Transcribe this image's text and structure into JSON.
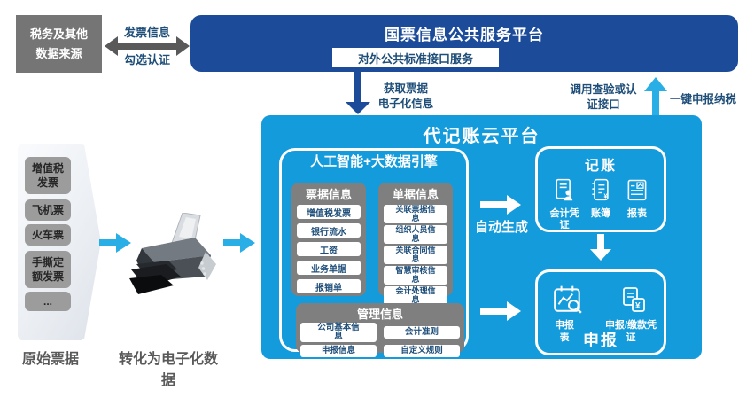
{
  "colors": {
    "main_blue": "#149bdb",
    "banner_blue": "#1c4c99",
    "navy_text": "#1f4e79",
    "light_blue": "#2aaee6",
    "panel_gray": "#7f7f7f",
    "pill_gray": "#9c9c9c",
    "source_gray": "#757575",
    "caption_gray": "#595959"
  },
  "source_box": {
    "title": "税务及其他\n数据来源"
  },
  "exchange": {
    "top_label": "发票信息",
    "bottom_label": "勾选认证"
  },
  "banner": {
    "title": "国票信息公共服务平台",
    "interface_label": "对外公共标准接口服务"
  },
  "flows": {
    "fetch_label": "获取票据\n电子化信息",
    "verify_label": "调用查验或认\n证接口",
    "onekey_label": "一键申报纳税",
    "auto_label": "自动生成"
  },
  "platform": {
    "title": "代记账云平台",
    "engine": {
      "title": "人工智能+大数据引擎",
      "bill_panel": {
        "title": "票据信息",
        "items": [
          "增值税发票",
          "银行流水",
          "工资",
          "业务单据",
          "报销单"
        ]
      },
      "doc_panel": {
        "title": "单据信息",
        "items": [
          "关联票据信息",
          "组织人员信息",
          "关联合同信息",
          "智慧审核信息",
          "会计处理信息"
        ]
      },
      "mgmt_panel": {
        "title": "管理信息",
        "items": [
          "公司基本信息",
          "会计准则",
          "申报信息",
          "自定义规则"
        ]
      }
    },
    "bookkeeping": {
      "title": "记账",
      "items": [
        "会计凭证",
        "账簿",
        "报表"
      ]
    },
    "declare": {
      "title": "申报",
      "items": [
        "申报表",
        "申报/缴款凭证"
      ]
    }
  },
  "left_stack": {
    "items": [
      "增值税发票",
      "飞机票",
      "火车票",
      "手撕定额发票",
      "..."
    ],
    "caption": "原始票据"
  },
  "scanner": {
    "caption": "转化为电子化数据"
  }
}
